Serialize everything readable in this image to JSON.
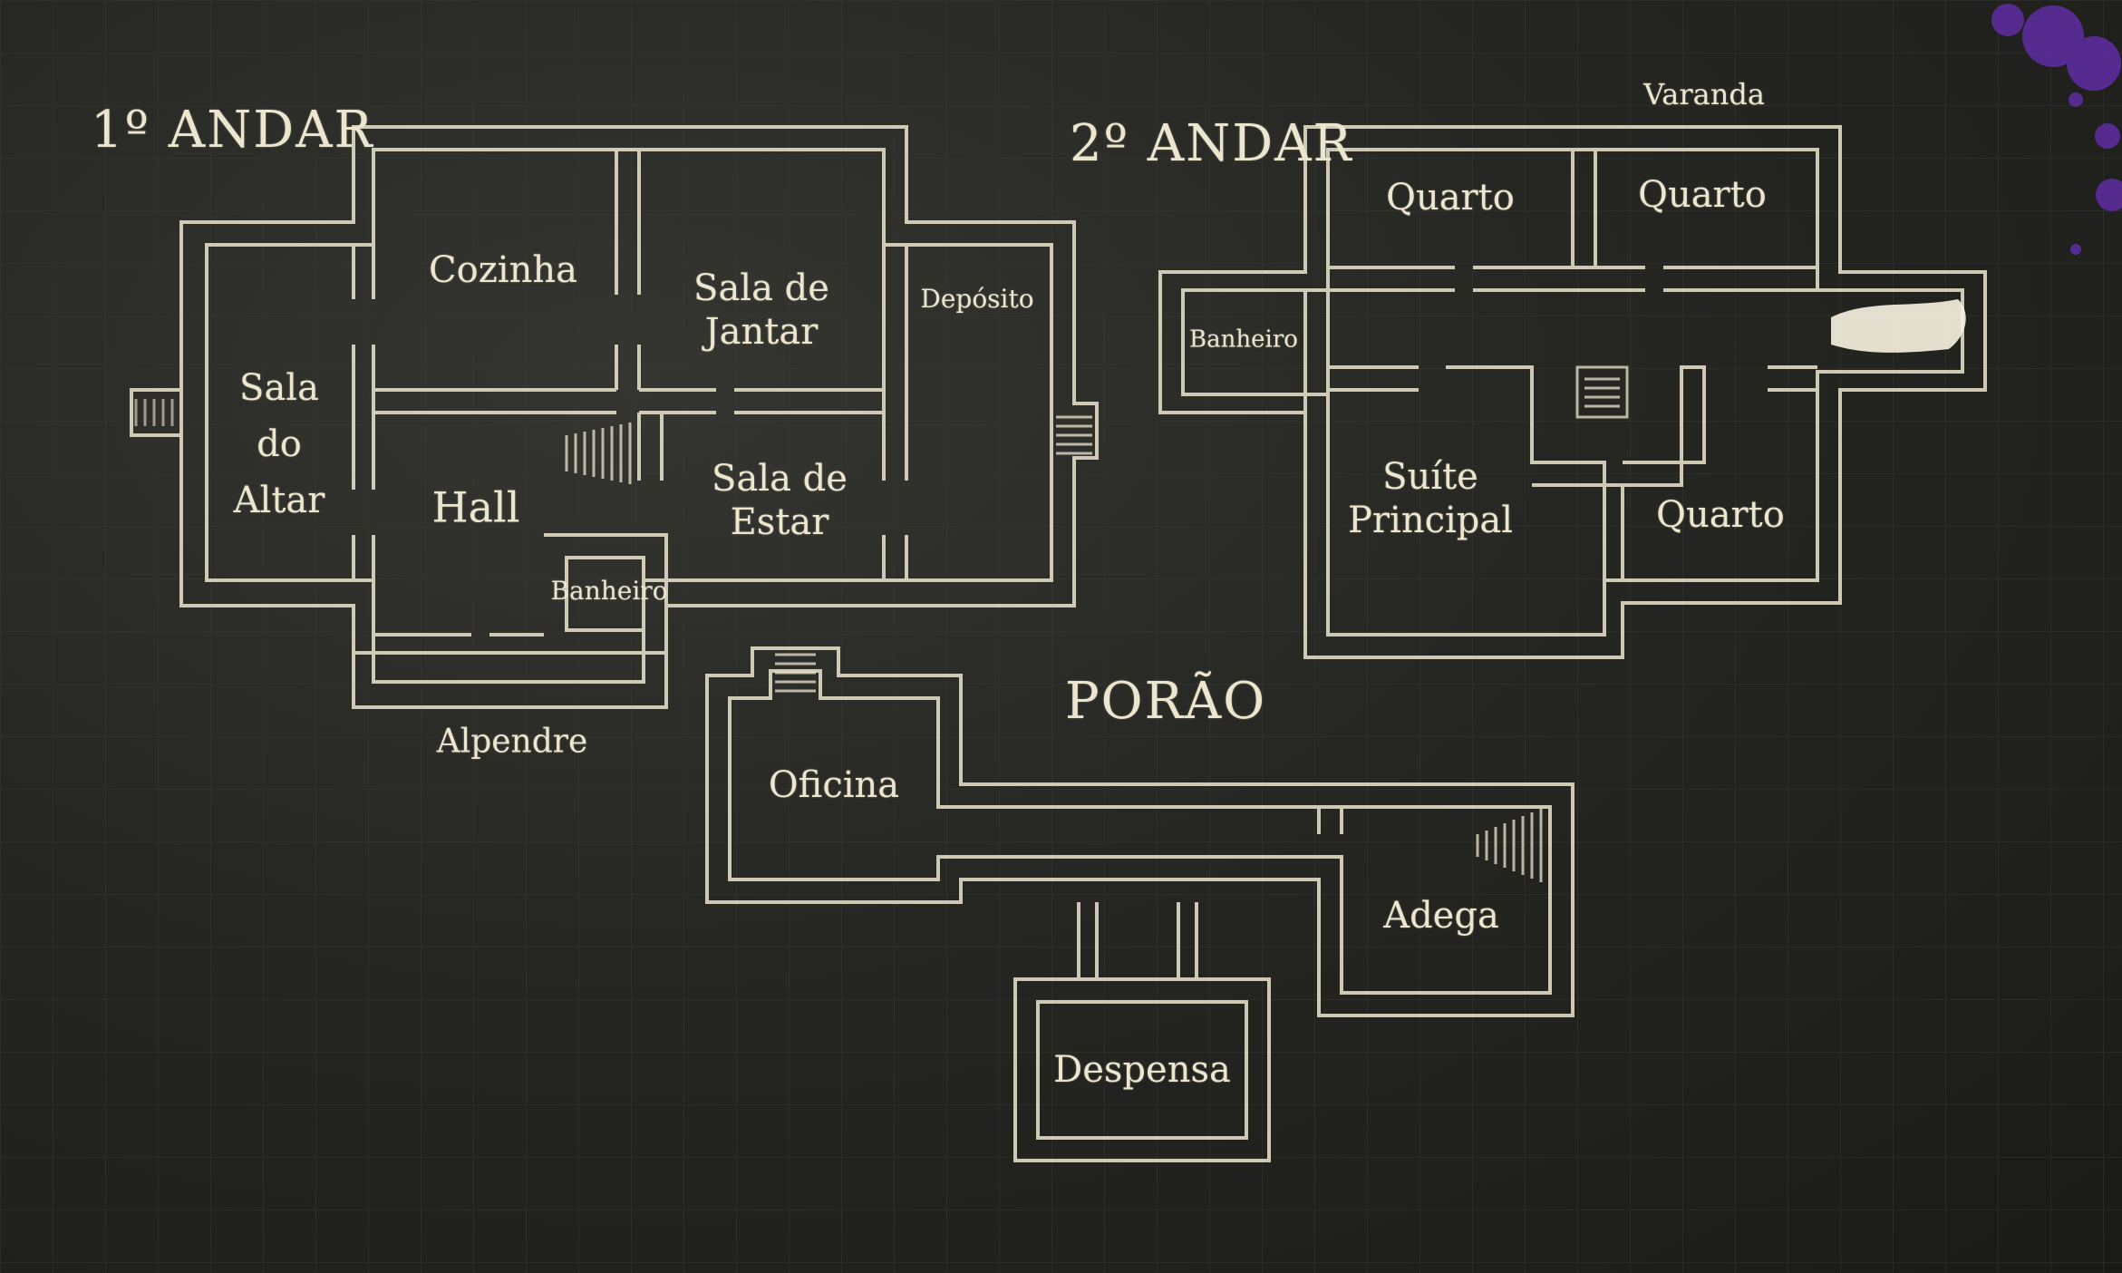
{
  "floors": {
    "first": "1º ANDAR",
    "second": "2º ANDAR",
    "basement": "PORÃO"
  },
  "rooms": {
    "first": {
      "sala_altar": "Sala\ndo\nAltar",
      "cozinha": "Cozinha",
      "sala_jantar": "Sala de\nJantar",
      "deposito": "Depósito",
      "hall": "Hall",
      "sala_estar": "Sala de\nEstar",
      "banheiro": "Banheiro",
      "alpendre": "Alpendre"
    },
    "second": {
      "varanda": "Varanda",
      "quarto_1": "Quarto",
      "quarto_2": "Quarto",
      "banheiro": "Banheiro",
      "suite": "Suíte\nPrincipal",
      "quarto_3": "Quarto"
    },
    "basement": {
      "oficina": "Oficina",
      "adega": "Adega",
      "despensa": "Despensa"
    }
  },
  "colors": {
    "chalk": "#ece6cf",
    "board": "#262623",
    "grid": "#3a3a36",
    "paint_splash": "#5b2d9c"
  },
  "icons": [
    "stairs-icon",
    "chalk-smudge-icon",
    "paint-splash-icon"
  ]
}
